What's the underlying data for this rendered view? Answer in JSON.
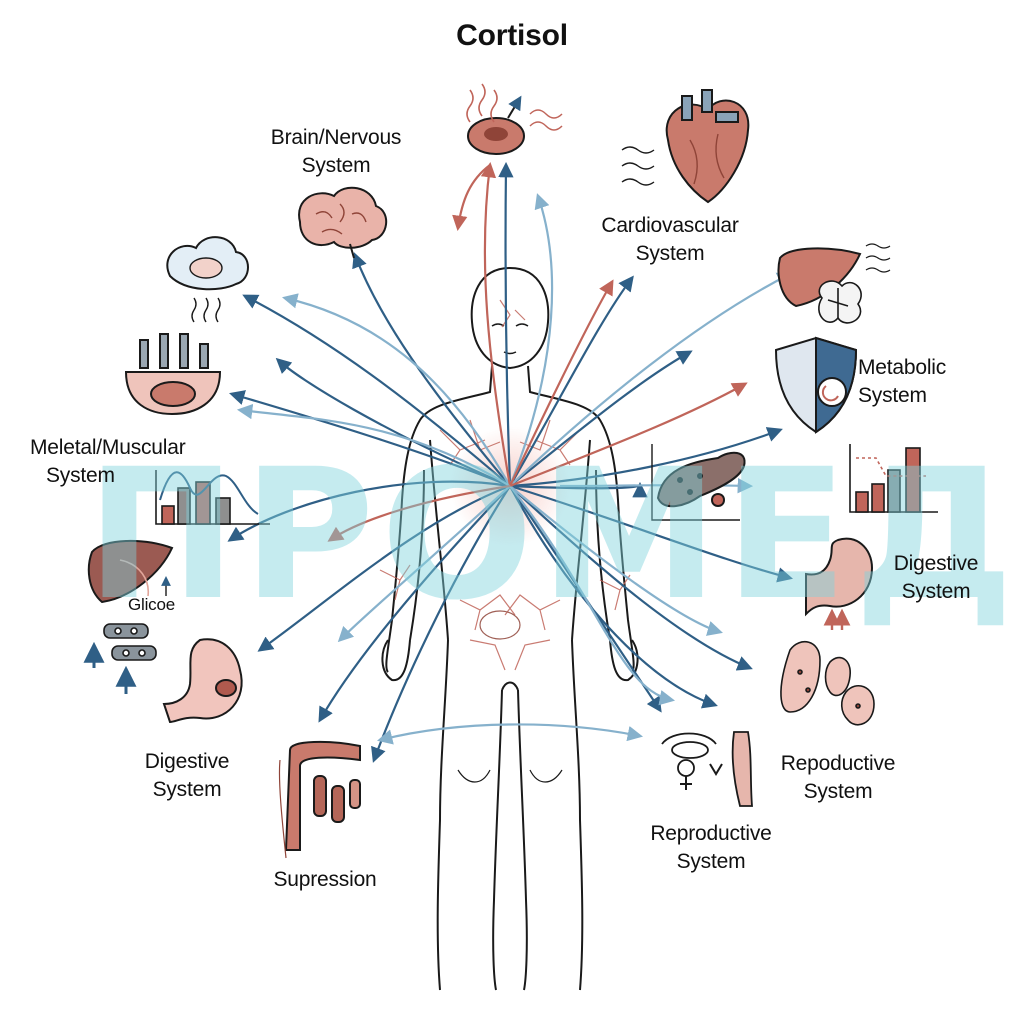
{
  "title": "Cortisol",
  "watermark": "ПРОМЕД",
  "labels": {
    "brain": [
      "Brain/Nervous",
      "System"
    ],
    "cardio": [
      "Cardiovascular",
      "System"
    ],
    "metabolic": [
      "Metabolic",
      "System"
    ],
    "musculo": [
      "Meletal/Muscular",
      "System"
    ],
    "glucose": "Glicoe",
    "digestive_left": [
      "Digestive",
      "System"
    ],
    "digestive_right": [
      "Digestive",
      "System"
    ],
    "suppression": "Supression",
    "repro_center": [
      "Reproductive",
      "System"
    ],
    "repro_right": [
      "Repoductive",
      "System"
    ]
  },
  "colors": {
    "arrow_blue": "#2f5f86",
    "arrow_light_blue": "#86b1cc",
    "arrow_red": "#c0655a",
    "organ_fill": "#c97a6c",
    "organ_dark": "#8f4438",
    "outline": "#1a1a1a",
    "watermark": "#7fd3dd"
  },
  "icons": [
    "brain-icon",
    "heart-icon",
    "adrenal-icon",
    "liver-icon",
    "lung-icon",
    "shield-icon",
    "bar-chart-icon",
    "pancreas-icon",
    "stomach-icon",
    "intestine-icon",
    "kidney-icon",
    "uterus-icon",
    "bone-icon",
    "cloud-icon"
  ]
}
